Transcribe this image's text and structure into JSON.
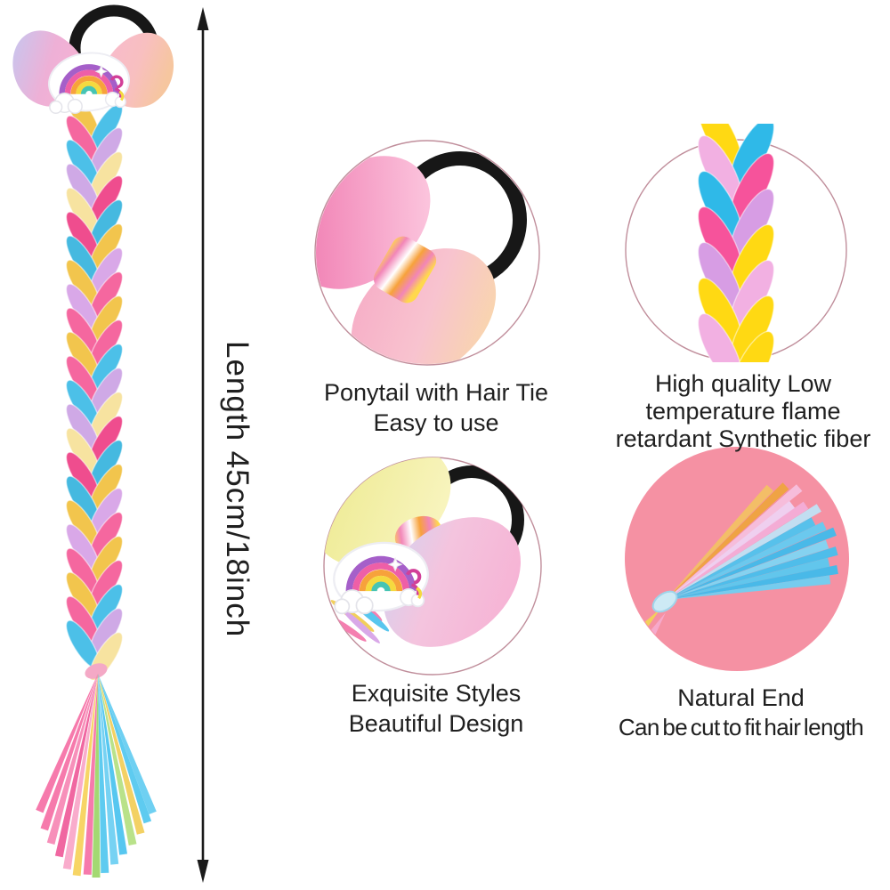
{
  "page": {
    "description": "Rainbow braided ponytail hair extension product infographic",
    "background_color": "#ffffff"
  },
  "measurement": {
    "label": "Length 45cm/18inch",
    "arrow_color": "#1a1a1a"
  },
  "features": [
    {
      "id": "hair-tie",
      "caption_lines": [
        "Ponytail with Hair Tie",
        "Easy to use"
      ]
    },
    {
      "id": "synthetic-fiber",
      "caption_lines": [
        "High quality Low",
        "temperature flame",
        "retardant Synthetic fiber"
      ]
    },
    {
      "id": "exquisite-style",
      "caption_lines": [
        "Exquisite Styles",
        "Beautiful Design"
      ]
    },
    {
      "id": "natural-end",
      "caption_lines": [
        "Natural End",
        "Can be cut to fit hair length"
      ]
    }
  ],
  "colors": {
    "caption_text": "#1f1f1f",
    "circle_border": "#c08e9b",
    "pink_circle_fill": "#f591a3",
    "hair_tie_black": "#171717",
    "braid_palette_main": [
      "#f2c54d",
      "#f5679f",
      "#4cc0e8",
      "#cfa9e6",
      "#f7e3a0",
      "#ef4d8e",
      "#45b9e0",
      "#f2c54d",
      "#d9a8e8",
      "#f5679f"
    ],
    "braid_palette_closeup": [
      "#ffd913",
      "#f2b0e2",
      "#2fb9e8",
      "#f6539b",
      "#d79de4",
      "#ffd913",
      "#f2b0e2",
      "#ffd913"
    ],
    "tassel_palette": [
      "#f573a8",
      "#f573a8",
      "#f78ab6",
      "#ef5f9c",
      "#f9a8c9",
      "#f7d35e",
      "#f573a8",
      "#9ed76a",
      "#55c8ef",
      "#6fd0f2",
      "#4ec4ef",
      "#b5e084",
      "#f2cf5c",
      "#55c8ef",
      "#67cdf1"
    ],
    "fan_palette": [
      "#f2c164",
      "#eea43f",
      "#f6c0de",
      "#eed3f3",
      "#f3aed8",
      "#bfe3f6",
      "#4ec4ef",
      "#63ccf2",
      "#3fbcec",
      "#7ed6f4",
      "#46c0ee",
      "#5ac9f0",
      "#3fbcec",
      "#6fd0f2"
    ]
  }
}
